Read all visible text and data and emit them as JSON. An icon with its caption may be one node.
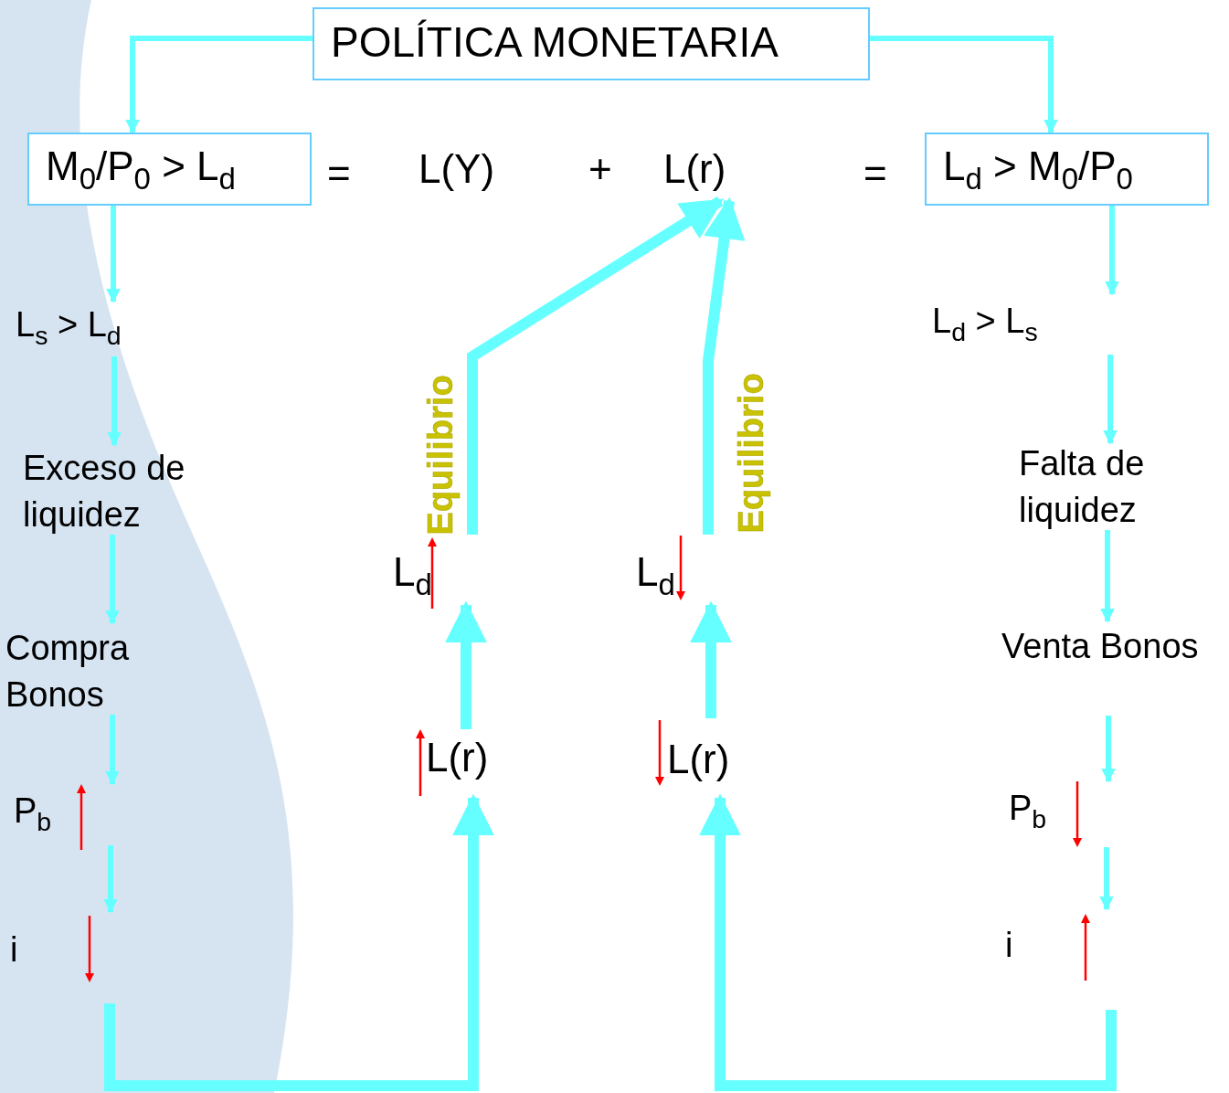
{
  "diagram": {
    "nodes": [
      {
        "text": [
          "POLÍTICA MONETARIA"
        ]
      },
      {
        "text": [
          "M$_{0}$/P$_{0}$ > L$_{d}$"
        ]
      },
      {
        "text": [
          "L(Y)"
        ]
      },
      {
        "text": [
          "L(r)"
        ]
      },
      {
        "text": [
          "L$_{d}$ > M$_{0}$/P$_{0}$"
        ]
      },
      {
        "text": [
          "L$_{s}$ > L$_{d}$"
        ]
      },
      {
        "text": [
          "Exceso de liquidez"
        ]
      },
      {
        "text": [
          "Compra Bonos"
        ]
      },
      {
        "text": [
          "P$_{b}$"
        ]
      },
      {
        "text": [
          "i"
        ]
      },
      {
        "text": [
          "L$_{d}$ > L$_{s}$"
        ]
      },
      {
        "text": [
          "Falta de liquidez"
        ]
      },
      {
        "text": [
          "Venta Bonos"
        ]
      },
      {
        "text": [
          "P$_{b}$"
        ]
      },
      {
        "text": [
          "i"
        ]
      },
      {
        "text": [
          "L$_{d}$"
        ]
      },
      {
        "text": [
          "L(r)"
        ]
      },
      {
        "text": [
          "L$_{d}$"
        ]
      },
      {
        "text": [
          "L(r)"
        ]
      }
    ],
    "edges": [
      {
        "from": 0,
        "to": 1,
        "arrow": "to"
      },
      {
        "from": 0,
        "to": 4,
        "arrow": "to"
      },
      {
        "from": 1,
        "to": 5,
        "arrow": "to"
      },
      {
        "from": 5,
        "to": 6,
        "arrow": "to"
      },
      {
        "from": 6,
        "to": 7,
        "arrow": "to"
      },
      {
        "from": 7,
        "to": 8,
        "arrow": "to"
      },
      {
        "from": 8,
        "to": 9,
        "arrow": "to"
      },
      {
        "from": 9,
        "to": 16,
        "arrow": "to",
        "style": "thick"
      },
      {
        "from": 16,
        "to": 15,
        "arrow": "to",
        "style": "thick"
      },
      {
        "from": 15,
        "to": 3,
        "arrow": "to",
        "style": "thick"
      },
      {
        "from": 4,
        "to": 10,
        "arrow": "to"
      },
      {
        "from": 10,
        "to": 11,
        "arrow": "to"
      },
      {
        "from": 11,
        "to": 12,
        "arrow": "to"
      },
      {
        "from": 12,
        "to": 13,
        "arrow": "to"
      },
      {
        "from": 13,
        "to": 14,
        "arrow": "to"
      },
      {
        "from": 14,
        "to": 18,
        "arrow": "to",
        "style": "thick"
      },
      {
        "from": 18,
        "to": 17,
        "arrow": "to",
        "style": "thick"
      },
      {
        "from": 17,
        "to": 3,
        "arrow": "to",
        "style": "thick"
      }
    ],
    "labels": [
      "=",
      "+",
      "=",
      "Equilibrio",
      "Equilibrio"
    ]
  }
}
